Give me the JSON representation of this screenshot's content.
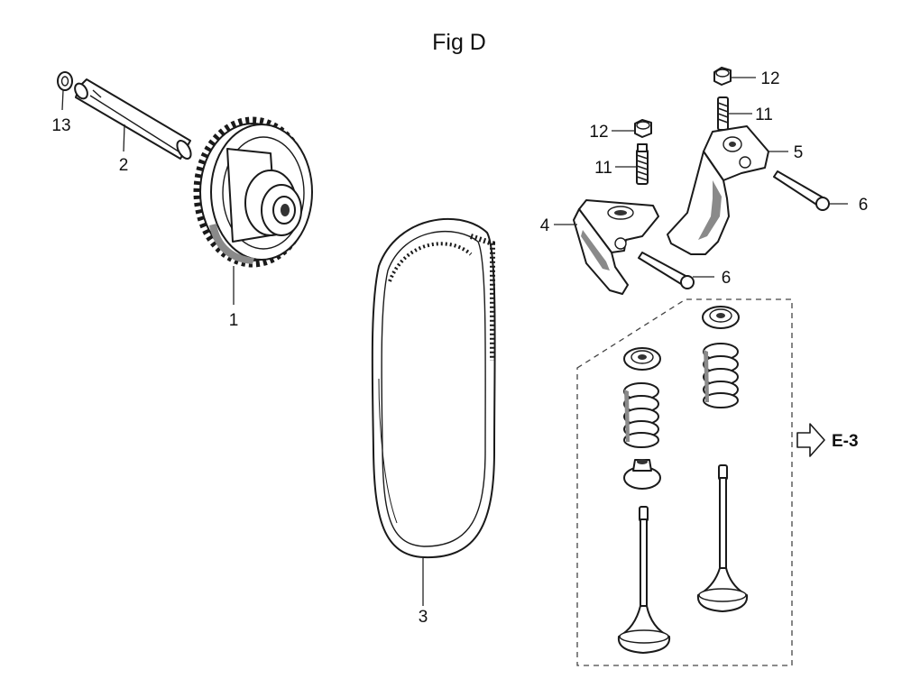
{
  "title": "Fig D",
  "reference": {
    "label": "E-3"
  },
  "callouts": [
    "1",
    "2",
    "3",
    "4",
    "5",
    "6",
    "6",
    "11",
    "11",
    "12",
    "12",
    "13"
  ]
}
